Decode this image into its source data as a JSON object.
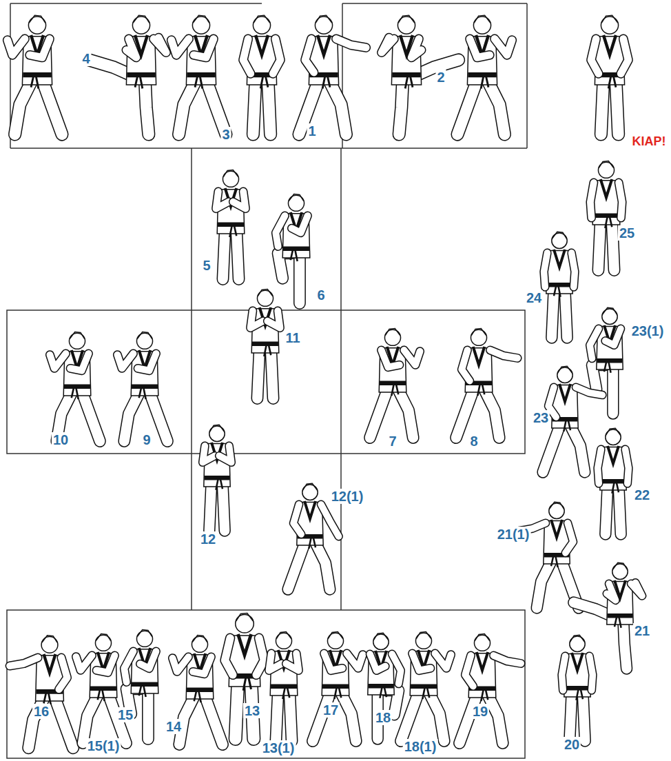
{
  "diagram": {
    "labels": [
      "KIAP!",
      "4",
      "2",
      "3",
      "1",
      "25",
      "5",
      "24",
      "23(1)",
      "6",
      "11",
      "10",
      "9",
      "7",
      "8",
      "23",
      "12(1)",
      "22",
      "12",
      "21(1)",
      "21",
      "16",
      "15",
      "13",
      "14",
      "17",
      "18",
      "19",
      "15(1)",
      "13(1)",
      "18(1)",
      "20"
    ]
  }
}
